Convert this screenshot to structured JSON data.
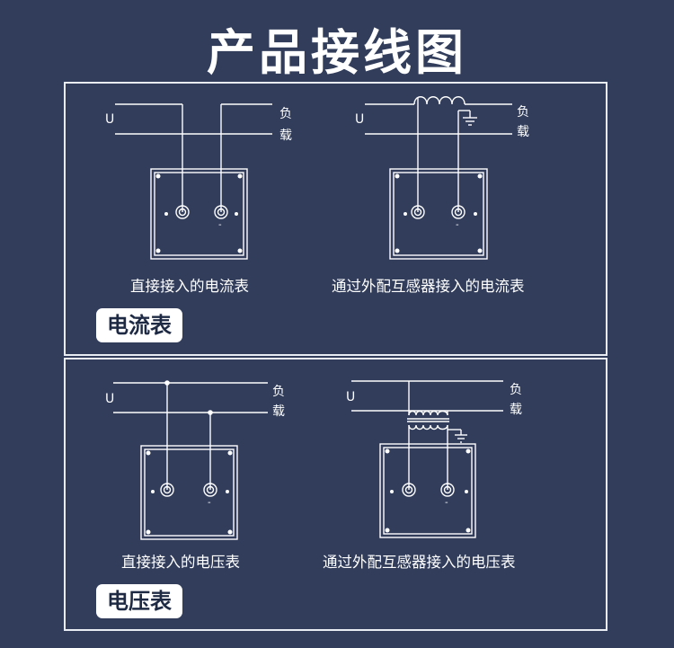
{
  "title": "产品接线图",
  "sections": [
    {
      "badge": "电流表",
      "diagrams": [
        {
          "caption": "直接接入的电流表",
          "supply": "U",
          "load_line1": "负",
          "load_line2": "载",
          "terminal_sign": "-"
        },
        {
          "caption": "通过外配互感器接入的电流表",
          "supply": "U",
          "load_line1": "负",
          "load_line2": "载",
          "terminal_sign": "-"
        }
      ]
    },
    {
      "badge": "电压表",
      "diagrams": [
        {
          "caption": "直接接入的电压表",
          "supply": "U",
          "load_line1": "负",
          "load_line2": "载",
          "terminal_sign": "-"
        },
        {
          "caption": "通过外配互感器接入的电压表",
          "supply": "U",
          "load_line1": "负",
          "load_line2": "载",
          "terminal_sign": "-"
        }
      ]
    }
  ]
}
